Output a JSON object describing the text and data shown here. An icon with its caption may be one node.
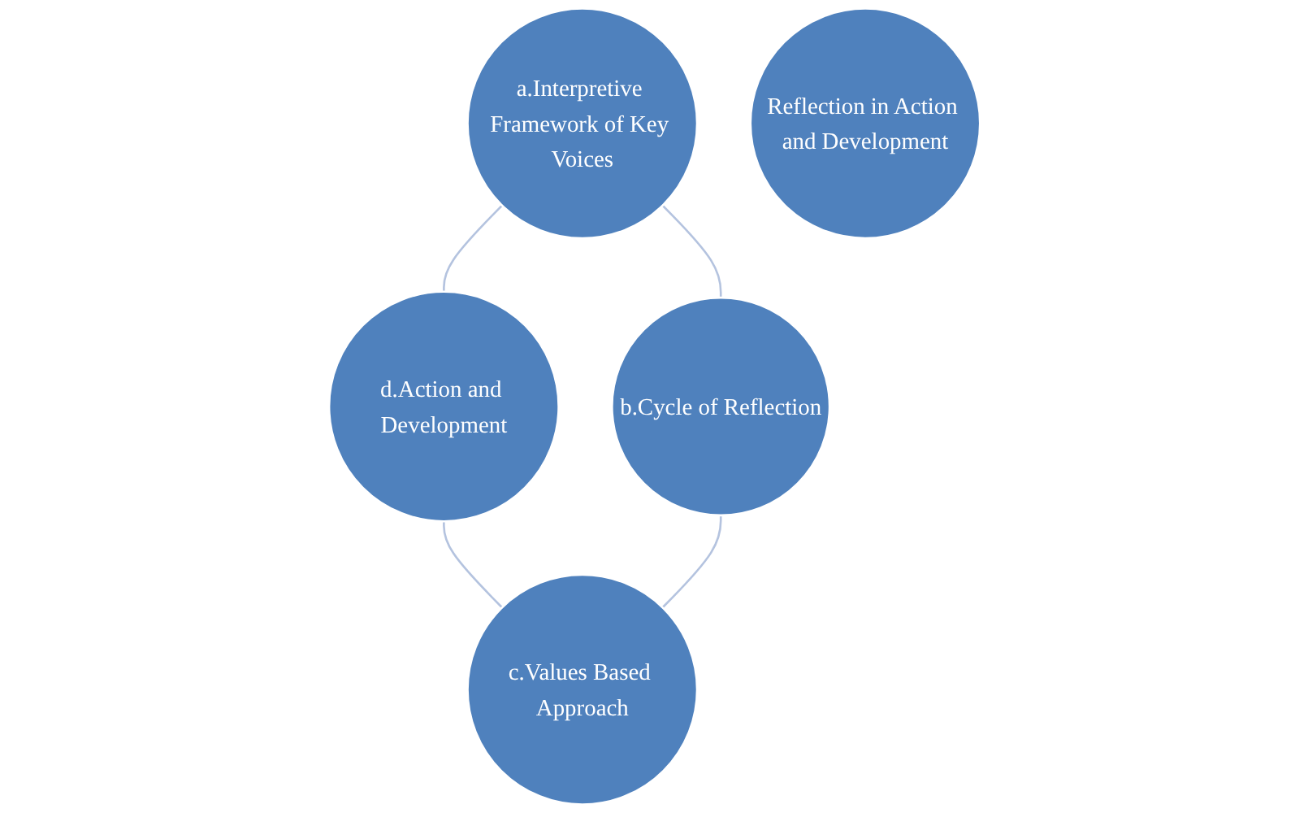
{
  "diagram": {
    "nodes": [
      {
        "text": [
          "a.Interpretive Framework of Key Voices"
        ]
      },
      {
        "text": [
          "d.Action and Development"
        ]
      },
      {
        "text": [
          "Reflection in Action and Development"
        ]
      },
      {
        "text": [
          "b.Cycle of Reflection"
        ]
      },
      {
        "text": [
          "c.Values Based Approach"
        ]
      }
    ],
    "edges": [
      {
        "from": 0,
        "to": 1,
        "arrow": "none"
      },
      {
        "from": 0,
        "to": 3,
        "arrow": "none"
      },
      {
        "from": 1,
        "to": 4,
        "arrow": "none"
      },
      {
        "from": 3,
        "to": 4,
        "arrow": "none"
      }
    ]
  }
}
